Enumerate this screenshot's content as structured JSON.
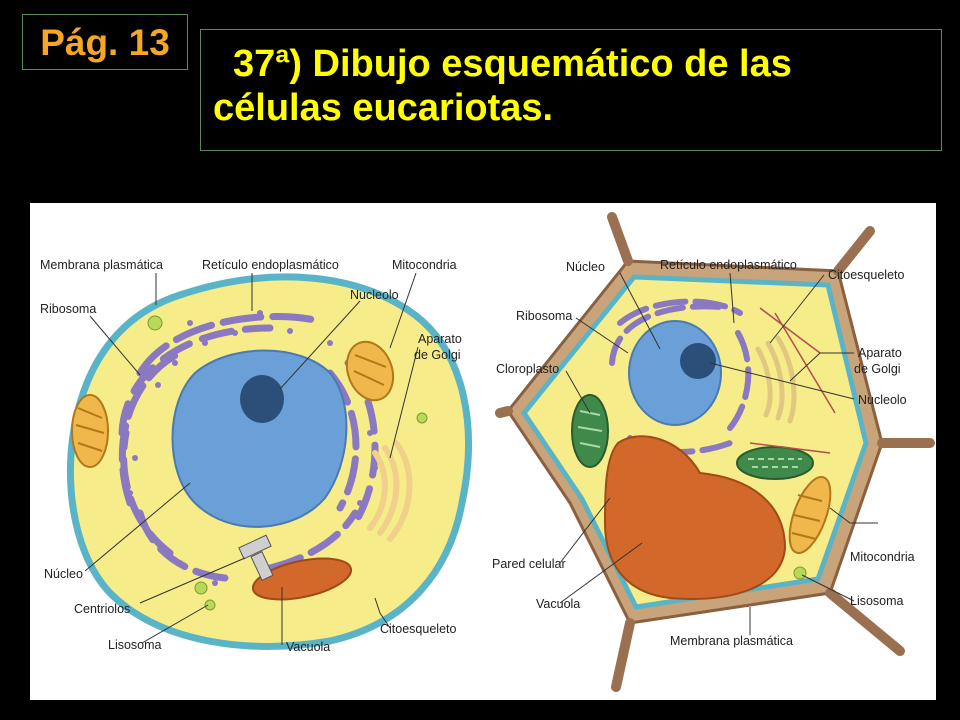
{
  "page_badge": "Pág. 13",
  "title": {
    "line1": "37ª) Dibujo esquemático de las",
    "line2": "células eucariotas."
  },
  "colors": {
    "background": "#000000",
    "badge_text": "#f5a623",
    "title_text": "#ffff00",
    "cytoplasm": "#f7ec8a",
    "membrane": "#5ab4c8",
    "nucleus": "#6a9fd8",
    "nucleolus": "#2b4f78",
    "reticulum": "#8a78c0",
    "mitochondria": "#f0b84a",
    "vacuole": "#d2692a",
    "chloroplast": "#3f8a4a",
    "cell_wall": "#9a7050"
  },
  "animal_cell": {
    "labels": {
      "membrana": "Membrana plasmática",
      "reticulo": "Retículo endoplasmático",
      "mitocondria": "Mitocondria",
      "ribosoma": "Ribosoma",
      "nucleolo": "Nucleolo",
      "aparato1": "Aparato",
      "aparato2": "de Golgi",
      "nucleo": "Núcleo",
      "centriolos": "Centriolos",
      "lisosoma": "Lisosoma",
      "citoesqueleto": "Citoesqueleto",
      "vacuola": "Vacuola"
    }
  },
  "plant_cell": {
    "labels": {
      "nucleo": "Núcleo",
      "reticulo": "Retículo endoplasmático",
      "citoesqueleto": "Citoesqueleto",
      "ribosoma": "Ribosoma",
      "cloroplasto": "Cloroplasto",
      "aparato1": "Aparato",
      "aparato2": "de Golgi",
      "nucleolo": "Nucleolo",
      "pared": "Pared celular",
      "mitocondria": "Mitocondria",
      "vacuola": "Vacuola",
      "lisosoma": "Lisosoma",
      "membrana": "Membrana plasmática"
    }
  }
}
